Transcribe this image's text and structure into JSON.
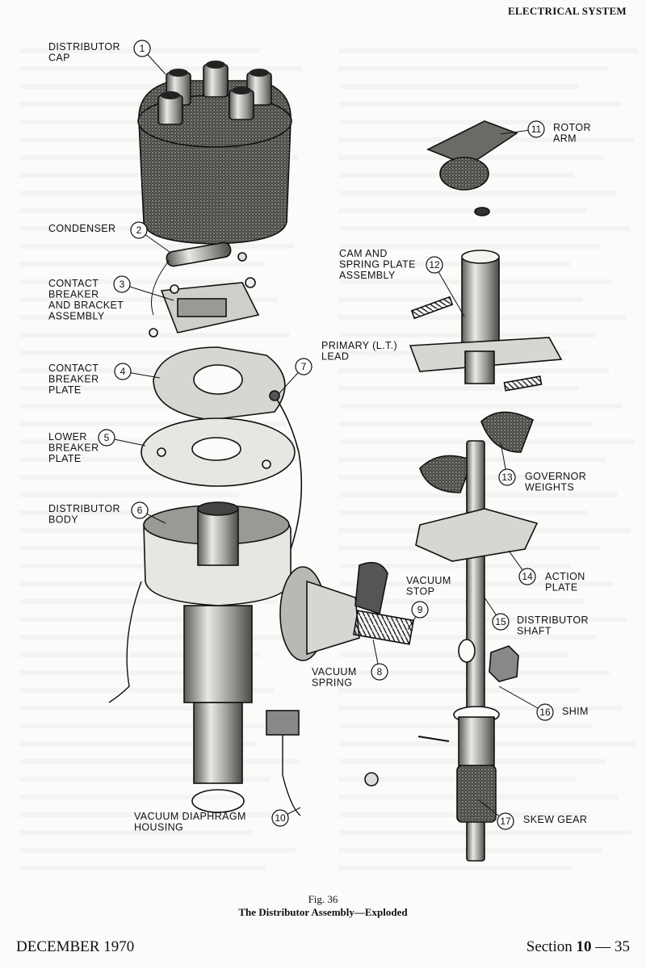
{
  "header": {
    "section_title": "ELECTRICAL SYSTEM"
  },
  "figure": {
    "number": "Fig. 36",
    "title": "The Distributor Assembly—Exploded",
    "callouts": [
      {
        "num": "1",
        "lines": [
          "DISTRIBUTOR",
          "CAP"
        ]
      },
      {
        "num": "2",
        "lines": [
          "CONDENSER"
        ]
      },
      {
        "num": "3",
        "lines": [
          "CONTACT",
          "BREAKER",
          "AND BRACKET",
          "ASSEMBLY"
        ]
      },
      {
        "num": "4",
        "lines": [
          "CONTACT",
          "BREAKER",
          "PLATE"
        ]
      },
      {
        "num": "5",
        "lines": [
          "LOWER",
          "BREAKER",
          "PLATE"
        ]
      },
      {
        "num": "6",
        "lines": [
          "DISTRIBUTOR",
          "BODY"
        ]
      },
      {
        "num": "7",
        "lines": [
          "PRIMARY (L.T.)",
          "LEAD"
        ]
      },
      {
        "num": "8",
        "lines": [
          "VACUUM",
          "SPRING"
        ]
      },
      {
        "num": "9",
        "lines": [
          "VACUUM",
          "STOP"
        ]
      },
      {
        "num": "10",
        "lines": [
          "VACUUM DIAPHRAGM",
          "HOUSING"
        ]
      },
      {
        "num": "11",
        "lines": [
          "ROTOR",
          "ARM"
        ]
      },
      {
        "num": "12",
        "lines": [
          "CAM AND",
          "SPRING PLATE",
          "ASSEMBLY"
        ]
      },
      {
        "num": "13",
        "lines": [
          "GOVERNOR",
          "WEIGHTS"
        ]
      },
      {
        "num": "14",
        "lines": [
          "ACTION",
          "PLATE"
        ]
      },
      {
        "num": "15",
        "lines": [
          "DISTRIBUTOR",
          "SHAFT"
        ]
      },
      {
        "num": "16",
        "lines": [
          "SHIM"
        ]
      },
      {
        "num": "17",
        "lines": [
          "SKEW GEAR"
        ]
      }
    ]
  },
  "footer": {
    "date": "DECEMBER 1970",
    "section_prefix": "Section",
    "section_number": "10",
    "section_sep": "—",
    "page": "35"
  },
  "colors": {
    "ink": "#111111",
    "paper": "#fbfbf9",
    "metal_dark": "#3a3a38",
    "metal_mid": "#8a8a86",
    "metal_light": "#d6d6d2"
  }
}
